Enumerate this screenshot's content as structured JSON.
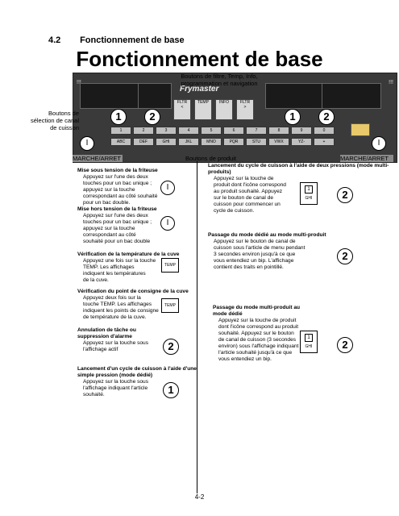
{
  "section": {
    "number": "4.2",
    "title": "Fonctionnement de base"
  },
  "main_title": "Fonctionnement de base",
  "panel": {
    "brand": "Frymaster",
    "callout_top": "Boutons de filtre, Temp, Info, programmation et navigation",
    "callout_left": "Boutons de sélection de canal de cuisson",
    "heat_left": "!!!",
    "heat_right": "!!!",
    "control_buttons": [
      "FLTR",
      "TEMP",
      "INFO",
      "FLTR"
    ],
    "arrows": [
      "<",
      ">"
    ],
    "num_keys": [
      "1",
      "2",
      "3",
      "4",
      "5",
      "6",
      "7",
      "8",
      "9",
      "0"
    ],
    "letter_keys": [
      "ABC",
      "DEF",
      "GHI",
      "JKL",
      "MNO",
      "PQR",
      "STU",
      "VWX",
      "YZ-",
      "+"
    ],
    "channel_labels": [
      "1",
      "2",
      "1",
      "2"
    ],
    "power_symbol": "I",
    "label_left": "MARCHE/ARRET",
    "label_center": "Boutons de produit",
    "label_right": "MARCHE/ARRET"
  },
  "left_column": [
    {
      "heading": "Mise sous tension de la friteuse",
      "body": [
        "Appuyez sur l'une des deux",
        "touches pour un bac unique ;",
        "appuyez sur la touche",
        "correspondant au côté souhaité",
        "pour un bac double."
      ]
    },
    {
      "heading": "Mise hors tension de la friteuse",
      "body": [
        "Appuyez sur l'une des deux",
        "touches pour un bac unique ;",
        "appuyez sur la touche",
        "correspondant au côté",
        "souhaité pour un bac double"
      ]
    },
    {
      "heading": "Vérification de la température de la cuve",
      "body": [
        "Appuyez une fois sur la touche",
        "TEMP. Les affichages",
        "indiquent les températures",
        "de la cuve."
      ]
    },
    {
      "heading": "Vérification du point de consigne de la cuve",
      "body": [
        "Appuyez deux fois sur la",
        "touche TEMP. Les affichages",
        "indiquent les points de consigne",
        "de température de la cuve."
      ]
    },
    {
      "heading": "Annulation de tâche ou suppression d'alarme",
      "body": [
        "Appuyez sur la touche sous",
        "l'affichage actif"
      ]
    },
    {
      "heading": "Lancement d'un cycle de cuisson à l'aide d'une simple pression (mode dédié)",
      "body": [
        "Appuyez sur la touche sous",
        "l'affichage indiquant l'article",
        "souhaité."
      ]
    }
  ],
  "right_column": [
    {
      "heading": "Lancement du cycle de cuisson à l'aide de deux pressions (mode multi-produits)",
      "body": [
        "Appuyez sur la touche de",
        "produit dont l'icône correspond",
        "au produit souhaité. Appuyez",
        "sur le bouton de canal de",
        "cuisson pour commencer un",
        "cycle de cuisson."
      ]
    },
    {
      "heading": "Passage du mode dédié au mode multi-produit",
      "body": [
        "Appuyez sur le bouton de canal de",
        "cuisson sous l'article de menu pendant",
        "3 secondes environ jusqu'à ce que",
        "vous entendiez un bip. L'affichage",
        "contient des traits en pointillé."
      ]
    },
    {
      "heading": "Passage du mode multi-produit au mode dédié",
      "body": [
        "Appuyez sur la touche de produit",
        "dont l'icône correspond au produit",
        "souhaité. Appuyez sur le bouton",
        "de canal de cuisson (3 secondes",
        "environ) sous l'affichage indiquant",
        "l'article souhaité jusqu'à ce que",
        "vous entendiez un bip."
      ]
    }
  ],
  "icons": {
    "temp_label": "TEMP",
    "ghi_label": "GHI",
    "channel_2": "2",
    "channel_1": "1",
    "power": "I",
    "key_1": "1"
  },
  "footer": "4-2"
}
